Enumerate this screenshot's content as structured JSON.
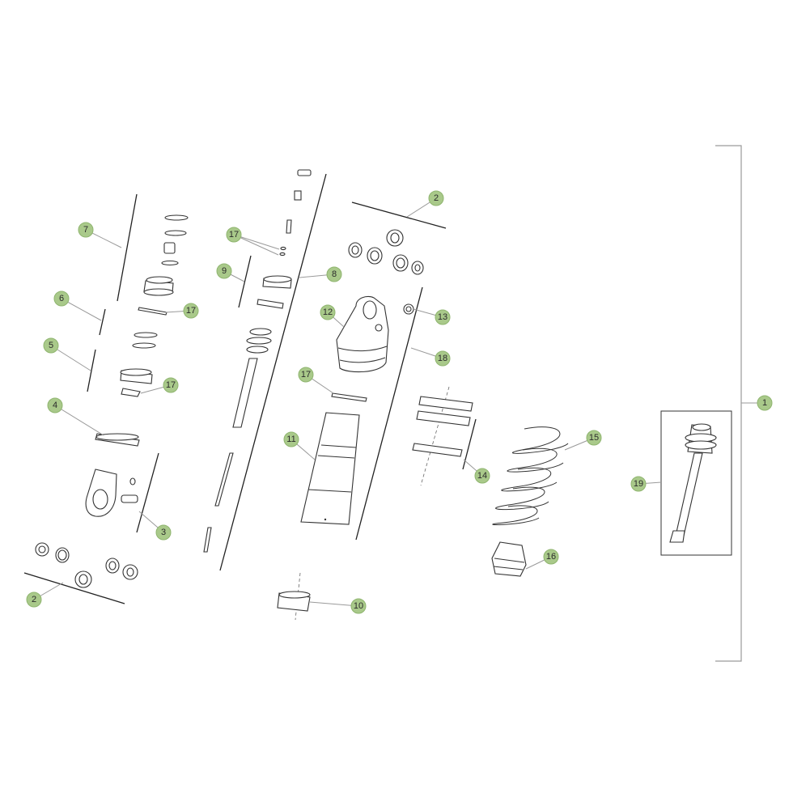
{
  "diagram": {
    "callouts": [
      {
        "id": "c1",
        "label": "1"
      },
      {
        "id": "c2a",
        "label": "2"
      },
      {
        "id": "c2b",
        "label": "2"
      },
      {
        "id": "c3",
        "label": "3"
      },
      {
        "id": "c4",
        "label": "4"
      },
      {
        "id": "c5",
        "label": "5"
      },
      {
        "id": "c6",
        "label": "6"
      },
      {
        "id": "c7",
        "label": "7"
      },
      {
        "id": "c8",
        "label": "8"
      },
      {
        "id": "c9",
        "label": "9"
      },
      {
        "id": "c10",
        "label": "10"
      },
      {
        "id": "c11",
        "label": "11"
      },
      {
        "id": "c12",
        "label": "12"
      },
      {
        "id": "c13",
        "label": "13"
      },
      {
        "id": "c14",
        "label": "14"
      },
      {
        "id": "c15",
        "label": "15"
      },
      {
        "id": "c16",
        "label": "16"
      },
      {
        "id": "c17a",
        "label": "17"
      },
      {
        "id": "c17b",
        "label": "17"
      },
      {
        "id": "c17c",
        "label": "17"
      },
      {
        "id": "c17d",
        "label": "17"
      },
      {
        "id": "c18",
        "label": "18"
      },
      {
        "id": "c19",
        "label": "19"
      }
    ],
    "colors": {
      "callout_fill": "#a9c98a",
      "line": "#333333",
      "leader": "#9a9a9a"
    }
  }
}
